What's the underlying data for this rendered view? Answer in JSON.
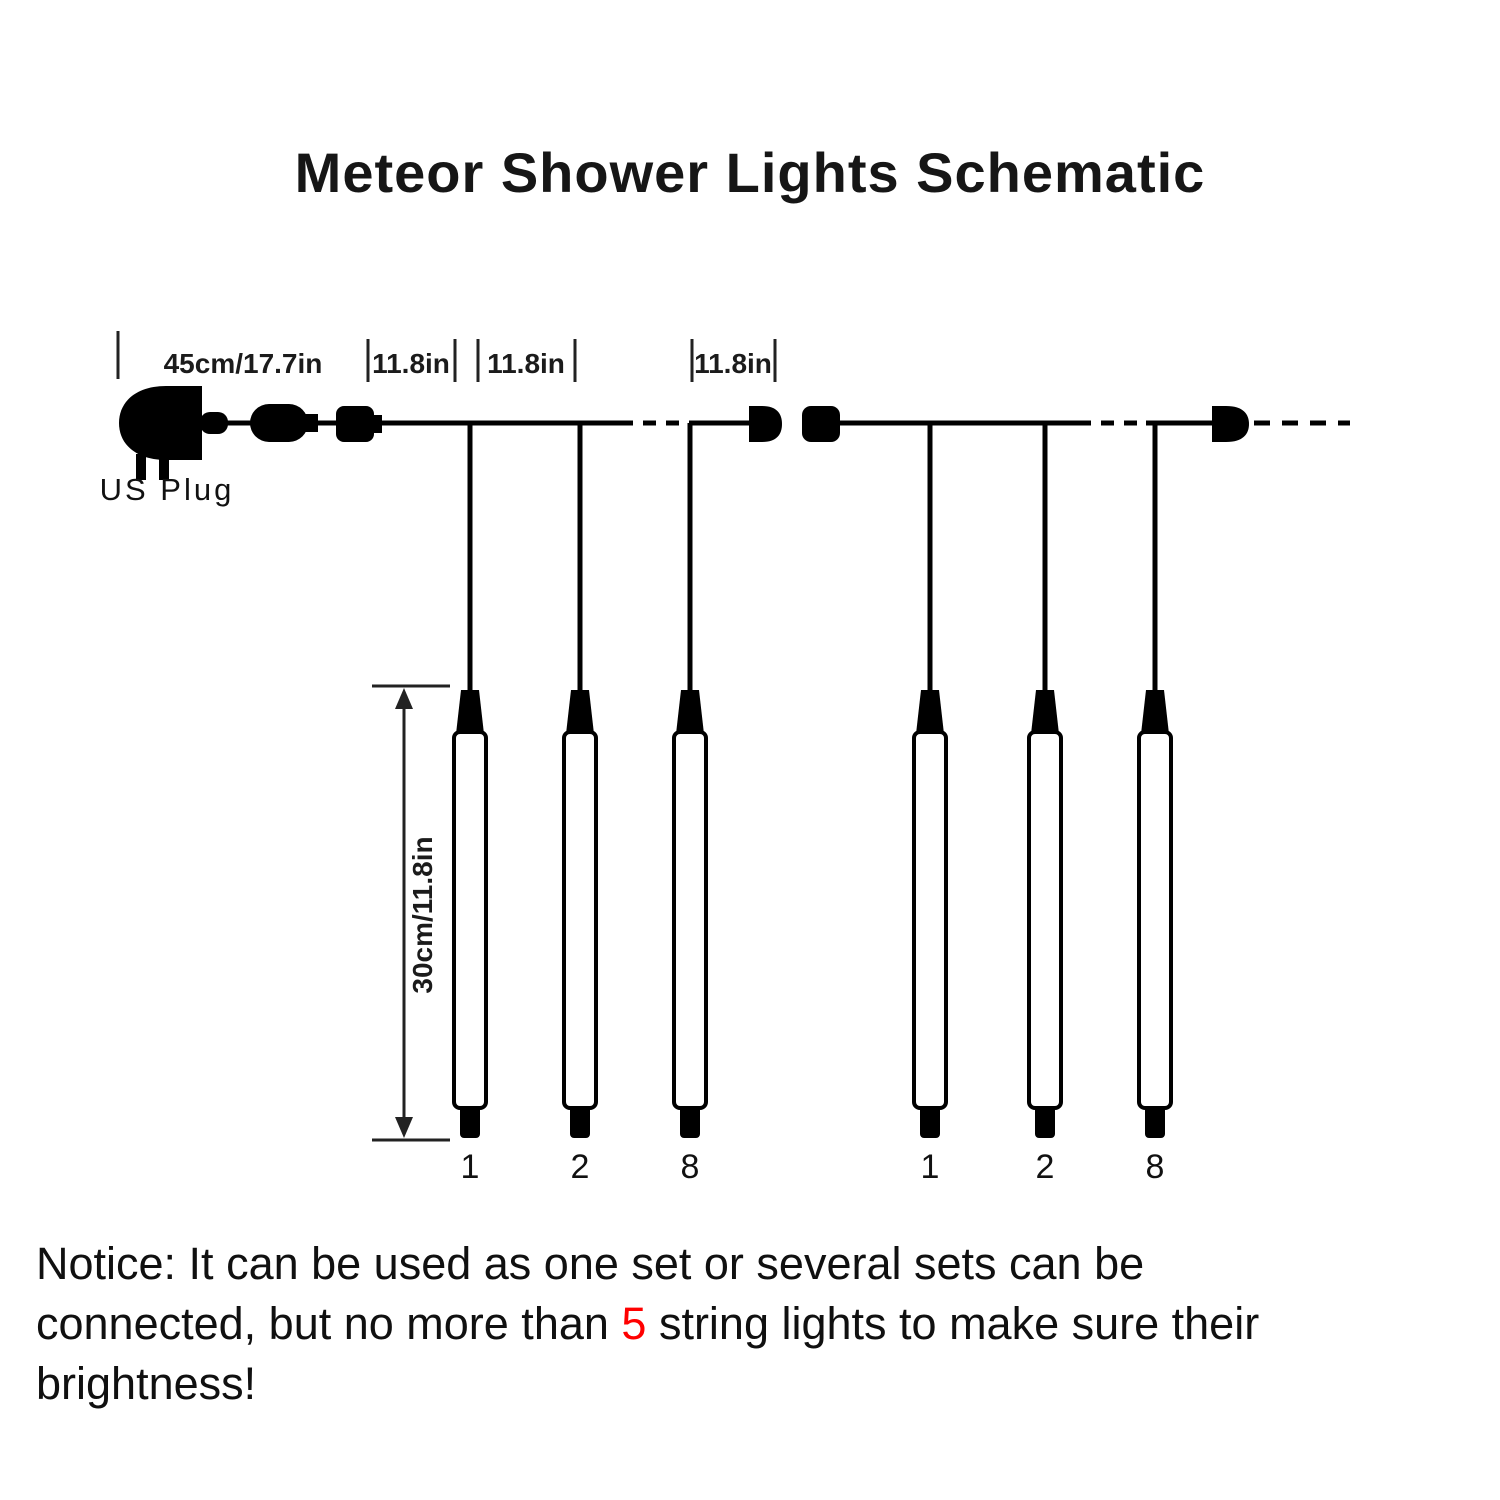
{
  "page": {
    "title": "Meteor Shower Lights Schematic",
    "background": "#ffffff",
    "line_color": "#000000"
  },
  "schematic": {
    "plug_label": "US Plug",
    "measurements": {
      "lead": "45cm/17.7in",
      "gap1": "11.8in",
      "gap2": "11.8in",
      "gap3": "11.8in",
      "tube_height": "30cm/11.8in"
    },
    "tube_numbers": [
      "1",
      "2",
      "8",
      "1",
      "2",
      "8"
    ]
  },
  "notice": {
    "highlight_color": "#ff0000",
    "lines": [
      {
        "pre": "Notice: It can be used as one set or several sets can be",
        "highlight": "",
        "post": ""
      },
      {
        "pre": "connected, but no more than ",
        "highlight": "5",
        "post": " string lights to make sure their"
      },
      {
        "pre": "brightness!",
        "highlight": "",
        "post": ""
      }
    ]
  }
}
